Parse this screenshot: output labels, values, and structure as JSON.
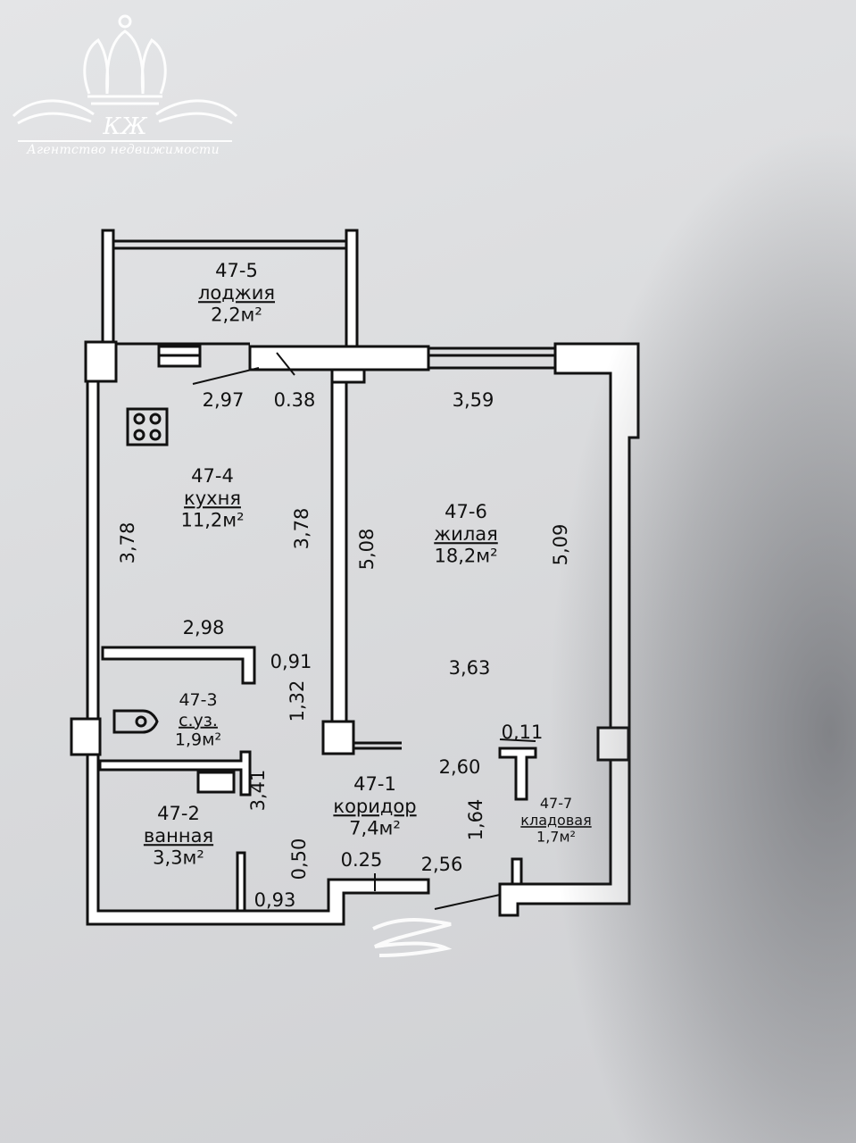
{
  "logo": {
    "monogram": "КЖ",
    "caption": "Агентство недвижимости"
  },
  "rooms": [
    {
      "id": "47-5",
      "name": "лоджия",
      "area": "2,2м²"
    },
    {
      "id": "47-4",
      "name": "кухня",
      "area": "11,2м²"
    },
    {
      "id": "47-6",
      "name": "жилая",
      "area": "18,2м²"
    },
    {
      "id": "47-3",
      "name": "с.уз.",
      "area": "1,9м²"
    },
    {
      "id": "47-1",
      "name": "коридор",
      "area": "7,4м²"
    },
    {
      "id": "47-2",
      "name": "ванная",
      "area": "3,3м²"
    },
    {
      "id": "47-7",
      "name": "кладовая",
      "area": "1,7м²"
    }
  ],
  "dimensions": {
    "kitchen_top": "2,97",
    "kitchen_window_jamb": "0.38",
    "living_top": "3,59",
    "kitchen_left": "3,78",
    "kitchen_right": "3,78",
    "living_left": "5,08",
    "living_right": "5,09",
    "kitchen_bottom": "2,98",
    "wc_width": "0,91",
    "wc_depth": "1,32",
    "living_bottom": "3,63",
    "pantry_wall": "0,11",
    "corridor_width": "2,60",
    "bath_side": "3,41",
    "pantry_depth": "1,64",
    "bath_nook": "0,50",
    "corridor_jamb": "0.25",
    "corridor_bottom": "2,56",
    "bath_door": "0,93"
  }
}
